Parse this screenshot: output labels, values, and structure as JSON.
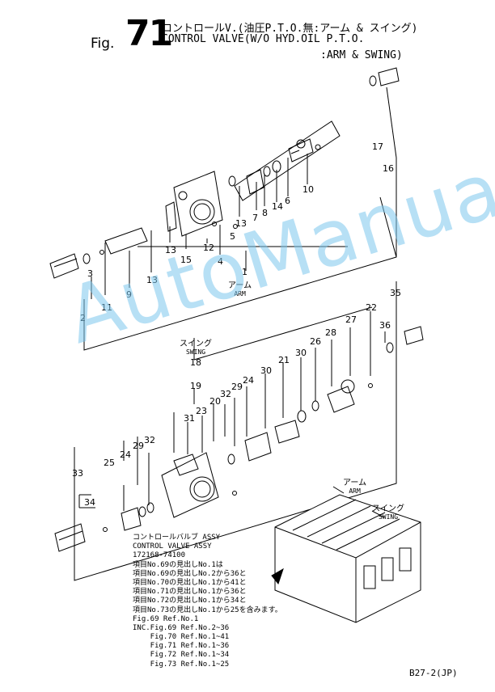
{
  "header": {
    "fig_word": "Fig.",
    "fig_number": "71",
    "title_jp": "コントロールV.(油圧P.T.O.無:アーム & スイング)",
    "title_en_line1": "CONTROL VALVE(W/O HYD.OIL P.T.O.",
    "title_en_line2": ":ARM & SWING)"
  },
  "callouts": {
    "arm_upper": {
      "jp": "アーム",
      "en": "ARM"
    },
    "swing_mid": {
      "jp": "スイング",
      "en": "SWING"
    },
    "arm_inset": {
      "jp": "アーム",
      "en": "ARM"
    },
    "swing_inset": {
      "jp": "スイング",
      "en": "SWING"
    }
  },
  "part_numbers": [
    "1",
    "2",
    "3",
    "4",
    "5",
    "6",
    "7",
    "8",
    "9",
    "10",
    "11",
    "12",
    "13",
    "13",
    "13",
    "14",
    "15",
    "16",
    "17",
    "18",
    "19",
    "20",
    "21",
    "22",
    "23",
    "24",
    "24",
    "25",
    "26",
    "27",
    "28",
    "29",
    "29",
    "30",
    "30",
    "31",
    "32",
    "32",
    "33",
    "34",
    "35",
    "36"
  ],
  "assy_note": {
    "lines": [
      "コントロールバルブ ASSY",
      "CONTROL VALVE ASSY",
      "172168-74100",
      "項目No.69の見出しNo.1は",
      "項目No.69の見出しNo.2から36と",
      "項目No.70の見出しNo.1から41と",
      "項目No.71の見出しNo.1から36と",
      "項目No.72の見出しNo.1から34と",
      "項目No.73の見出しNo.1から25を含みます。",
      "Fig.69 Ref.No.1",
      "INC.Fig.69 Ref.No.2~36",
      "    Fig.70 Ref.No.1~41",
      "    Fig.71 Ref.No.1~36",
      "    Fig.72 Ref.No.1~34",
      "    Fig.73 Ref.No.1~25"
    ]
  },
  "page_ref": "B27-2(JP)",
  "watermark": "AutoManual"
}
